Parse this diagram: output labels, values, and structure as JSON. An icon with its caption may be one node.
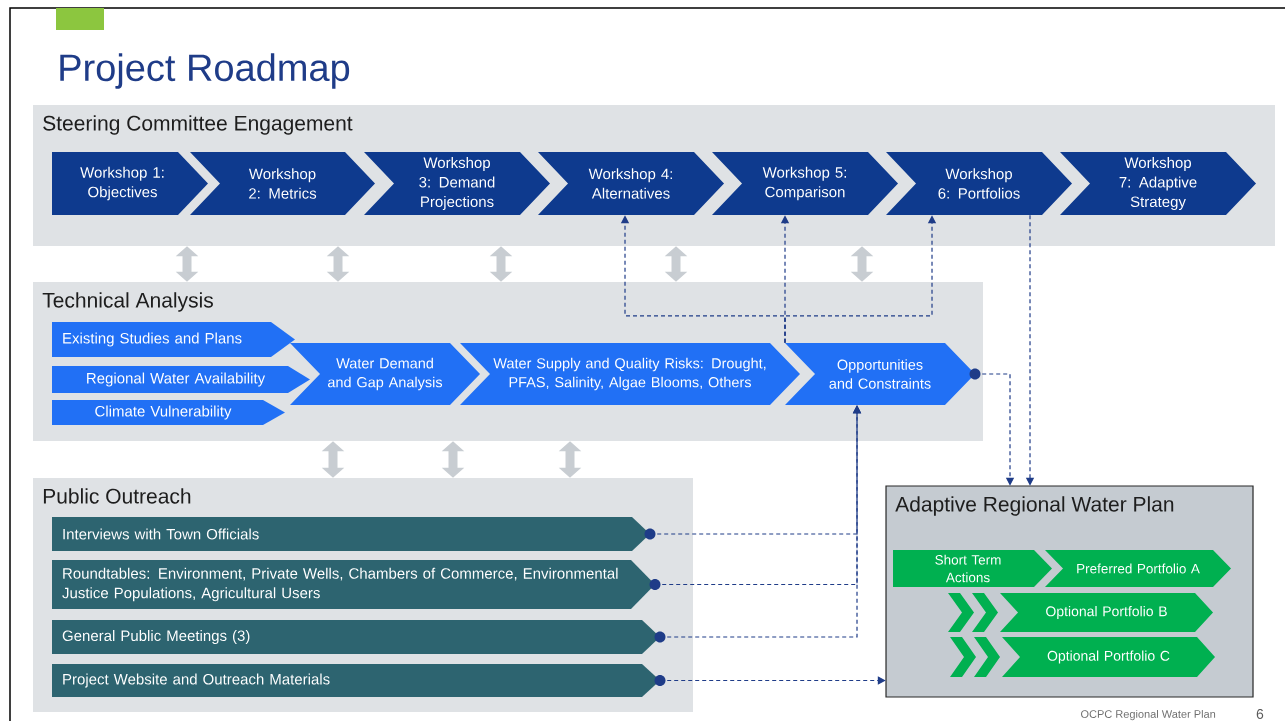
{
  "diagram": {
    "title": "Project Roadmap",
    "nodes": [
      {
        "text": [
          "Steering Committee Engagement"
        ]
      },
      {
        "text": [
          "Workshop 1: Objectives"
        ],
        "in": 0
      },
      {
        "text": [
          "Workshop 2: Metrics"
        ],
        "in": 0
      },
      {
        "text": [
          "Workshop 3: Demand Projections"
        ],
        "in": 0
      },
      {
        "text": [
          "Workshop 4: Alternatives"
        ],
        "in": 0
      },
      {
        "text": [
          "Workshop 5: Comparison"
        ],
        "in": 0
      },
      {
        "text": [
          "Workshop 6: Portfolios"
        ],
        "in": 0
      },
      {
        "text": [
          "Workshop 7: Adaptive Strategy"
        ],
        "in": 0
      },
      {
        "text": [
          "Technical Analysis"
        ]
      },
      {
        "text": [
          "Existing Studies and Plans"
        ],
        "in": 8
      },
      {
        "text": [
          "Regional Water Availability"
        ],
        "in": 8
      },
      {
        "text": [
          "Climate Vulnerability"
        ],
        "in": 8
      },
      {
        "text": [
          "Water Demand and Gap Analysis"
        ],
        "in": 8
      },
      {
        "text": [
          "Water Supply and Quality Risks: Drought, PFAS, Salinity, Algae Blooms, Others"
        ],
        "in": 8
      },
      {
        "text": [
          "Opportunities and Constraints"
        ],
        "in": 8
      },
      {
        "text": [
          "Public Outreach"
        ]
      },
      {
        "text": [
          "Interviews with Town Officials"
        ],
        "in": 15
      },
      {
        "text": [
          "Roundtables: Environment, Private Wells, Chambers of Commerce, Environmental Justice Populations, Agricultural Users"
        ],
        "in": 15
      },
      {
        "text": [
          "General Public Meetings (3)"
        ],
        "in": 15
      },
      {
        "text": [
          "Project Website and Outreach Materials"
        ],
        "in": 15
      },
      {
        "text": [
          "Adaptive Regional Water Plan"
        ]
      },
      {
        "text": [
          "Short Term Actions"
        ],
        "in": 20
      },
      {
        "text": [
          "Preferred Portfolio A"
        ],
        "in": 20
      },
      {
        "text": [
          "Optional Portfolio B"
        ],
        "in": 20
      },
      {
        "text": [
          "Optional Portfolio C"
        ],
        "in": 20
      }
    ],
    "edges": [
      {
        "from": 14,
        "to": 4,
        "arrow": "to",
        "style": "dashed",
        "color": "#1f3c88"
      },
      {
        "from": 14,
        "to": 5,
        "arrow": "to",
        "style": "dashed",
        "color": "#1f3c88"
      },
      {
        "from": 14,
        "to": 6,
        "arrow": "to",
        "style": "dashed",
        "color": "#1f3c88"
      },
      {
        "from": 14,
        "to": 20,
        "arrow": "to",
        "style": "dashed",
        "color": "#1f3c88"
      },
      {
        "from": 6,
        "to": 20,
        "arrow": "to",
        "style": "dashed",
        "color": "#1f3c88"
      },
      {
        "from": 16,
        "to": 14,
        "arrow": "to",
        "style": "dashed",
        "color": "#1f3c88"
      },
      {
        "from": 17,
        "to": 14,
        "arrow": "to",
        "style": "dashed",
        "color": "#1f3c88"
      },
      {
        "from": 18,
        "to": 14,
        "arrow": "to",
        "style": "dashed",
        "color": "#1f3c88"
      },
      {
        "from": 19,
        "to": 20,
        "arrow": "to",
        "style": "dashed",
        "color": "#1f3c88"
      },
      {
        "from": 0,
        "to": 8,
        "arrow": "both",
        "style": "thick",
        "color": "#c8cdd2"
      },
      {
        "from": 0,
        "to": 8,
        "arrow": "both",
        "style": "thick",
        "color": "#c8cdd2"
      },
      {
        "from": 0,
        "to": 8,
        "arrow": "both",
        "style": "thick",
        "color": "#c8cdd2"
      },
      {
        "from": 0,
        "to": 8,
        "arrow": "both",
        "style": "thick",
        "color": "#c8cdd2"
      },
      {
        "from": 0,
        "to": 8,
        "arrow": "both",
        "style": "thick",
        "color": "#c8cdd2"
      },
      {
        "from": 8,
        "to": 15,
        "arrow": "both",
        "style": "thick",
        "color": "#c8cdd2"
      },
      {
        "from": 8,
        "to": 15,
        "arrow": "both",
        "style": "thick",
        "color": "#c8cdd2"
      },
      {
        "from": 8,
        "to": 15,
        "arrow": "both",
        "style": "thick",
        "color": "#c8cdd2"
      }
    ],
    "labels": [
      "OCPC Regional Water Plan",
      "6"
    ]
  }
}
